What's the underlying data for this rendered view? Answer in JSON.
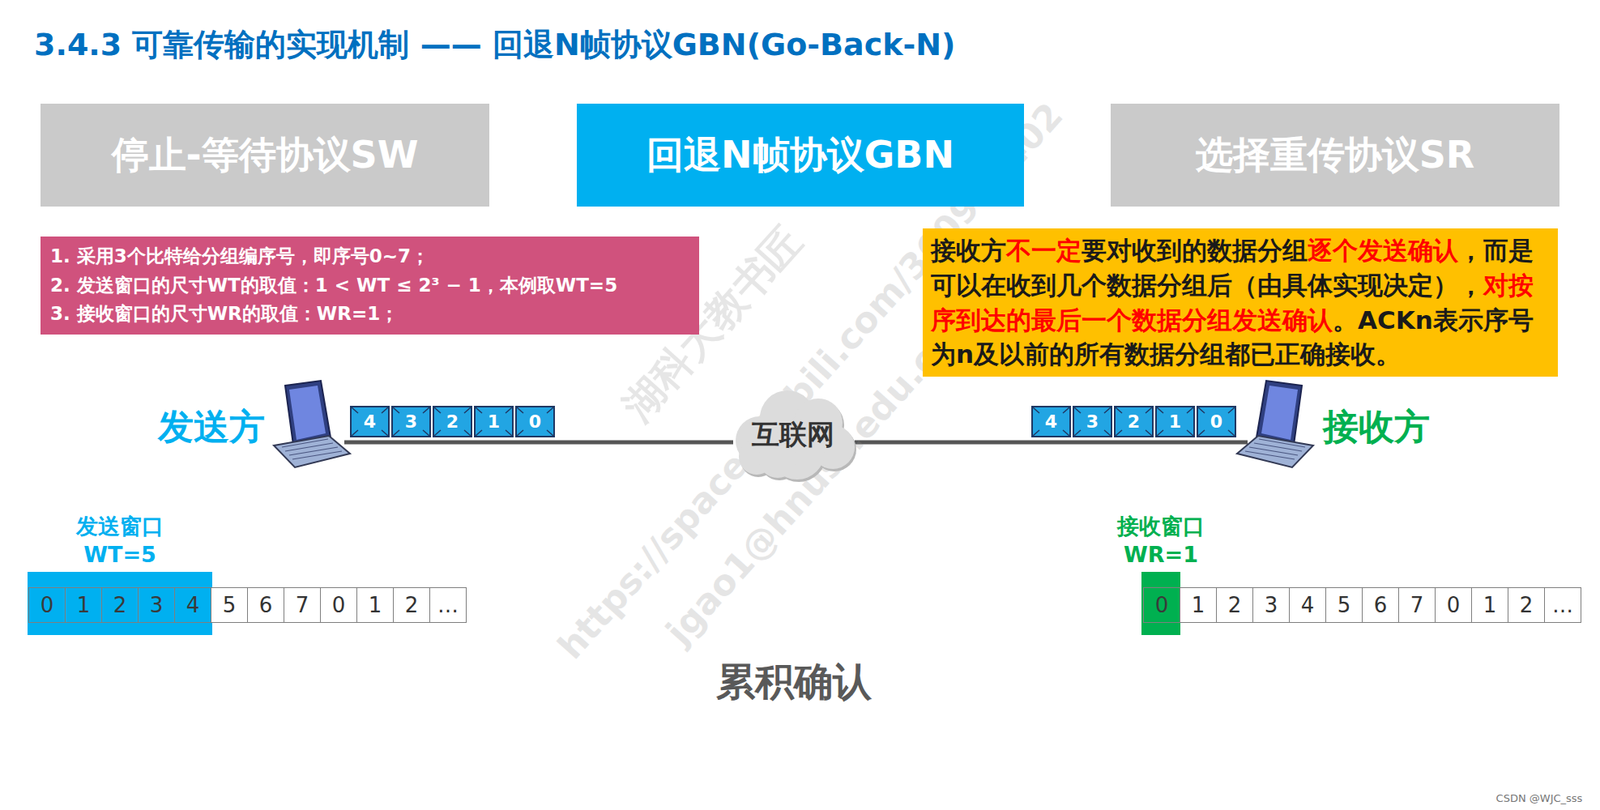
{
  "diagram": {
    "title": "3.4.3 可靠传输的实现机制 —— 回退N帧协议GBN(Go-Back-N)",
    "nodes": [
      {
        "text": [
          "停止-等待协议SW"
        ]
      },
      {
        "text": [
          "回退N帧协议GBN"
        ]
      },
      {
        "text": [
          "选择重传协议SR"
        ]
      },
      {
        "text": [
          "1. 采用3个比特给分组编序号，即序号0~7；",
          "2. 发送窗口的尺寸WT的取值：1 < WT ≤ 2³ − 1，本例取WT=5",
          "3. 接收窗口的尺寸WR的取值：WR=1；"
        ]
      },
      {
        "text": [
          "接收方",
          "不一定",
          "要对收到的数据分组",
          "逐个发送确认",
          "，而是可以在收到几个数据分组后（由具体实现决定），",
          "对按序到达的最后一个数据分组发送确认",
          "。ACKn表示序号为n及以前的所有数据分组都已正确接收。"
        ]
      },
      {
        "text": [
          "4"
        ]
      },
      {
        "text": [
          "3"
        ]
      },
      {
        "text": [
          "2"
        ]
      },
      {
        "text": [
          "1"
        ]
      },
      {
        "text": [
          "0"
        ]
      },
      {
        "text": [
          "互联网"
        ]
      },
      {
        "text": [
          "4"
        ]
      },
      {
        "text": [
          "3"
        ]
      },
      {
        "text": [
          "2"
        ]
      },
      {
        "text": [
          "1"
        ]
      },
      {
        "text": [
          "0"
        ]
      },
      {
        "text": [
          "发送窗口",
          "WT=5"
        ]
      },
      {
        "text": [
          "0"
        ],
        "in": 16
      },
      {
        "text": [
          "1"
        ],
        "in": 16
      },
      {
        "text": [
          "2"
        ],
        "in": 16
      },
      {
        "text": [
          "3"
        ],
        "in": 16
      },
      {
        "text": [
          "4"
        ],
        "in": 16
      },
      {
        "text": [
          "5"
        ]
      },
      {
        "text": [
          "6"
        ]
      },
      {
        "text": [
          "7"
        ]
      },
      {
        "text": [
          "0"
        ]
      },
      {
        "text": [
          "1"
        ]
      },
      {
        "text": [
          "2"
        ]
      },
      {
        "text": [
          "…"
        ]
      },
      {
        "text": [
          "接收窗口",
          "WR=1"
        ]
      },
      {
        "text": [
          "0"
        ],
        "in": 29
      },
      {
        "text": [
          "1"
        ]
      },
      {
        "text": [
          "2"
        ]
      },
      {
        "text": [
          "3"
        ]
      },
      {
        "text": [
          "4"
        ]
      },
      {
        "text": [
          "5"
        ]
      },
      {
        "text": [
          "6"
        ]
      },
      {
        "text": [
          "7"
        ]
      },
      {
        "text": [
          "0"
        ]
      },
      {
        "text": [
          "1"
        ]
      },
      {
        "text": [
          "2"
        ]
      },
      {
        "text": [
          "…"
        ]
      }
    ],
    "labels": [
      "发送方",
      "接收方",
      "累积确认",
      "湖科大教书匠",
      "https://space.bilibili.com/360996402",
      "jgao1@hnust.edu.cn",
      "CSDN @WJC_sss"
    ]
  }
}
